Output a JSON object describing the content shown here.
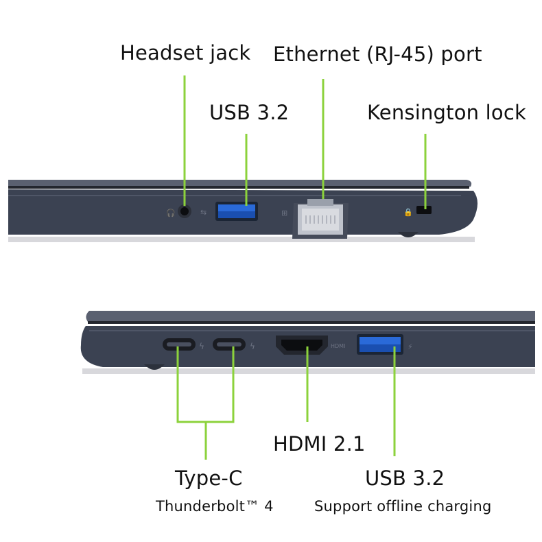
{
  "top_view": {
    "labels": {
      "headset_jack": "Headset jack",
      "ethernet": "Ethernet (RJ-45) port",
      "usb": "USB 3.2",
      "kensington": "Kensington lock"
    }
  },
  "bottom_view": {
    "labels": {
      "type_c": "Type-C",
      "type_c_sub": "Thunderbolt™ 4",
      "hdmi": "HDMI 2.1",
      "usb": "USB 3.2",
      "usb_sub": "Support offline charging"
    }
  },
  "colors": {
    "callout_line": "#8cd23c",
    "chassis": "#3a4150",
    "usb_port": "#2a6ad8"
  },
  "icons": [
    "headset-icon",
    "usb-icon",
    "ethernet-icon",
    "lock-icon",
    "thunderbolt-icon",
    "hdmi-icon",
    "charging-icon"
  ]
}
